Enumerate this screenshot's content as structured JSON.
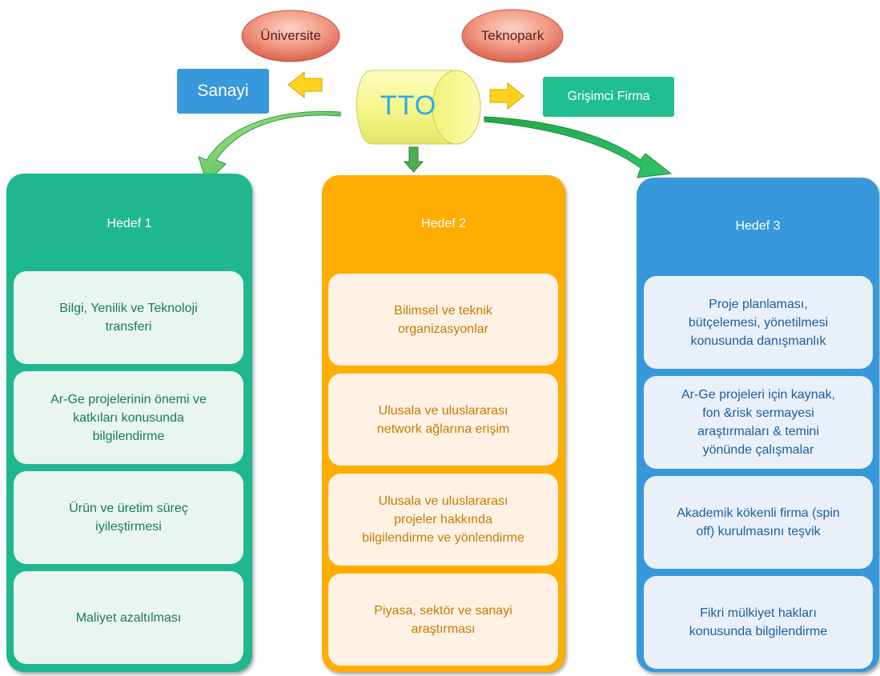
{
  "top": {
    "center_label": "TTO",
    "left_ellipse_label": "Üniversite",
    "right_ellipse_label": "Teknopark",
    "left_box_label": "Sanayi",
    "right_box_label": "Grişimci Firma"
  },
  "colors": {
    "green": "#1fb88d",
    "orange": "#ffad00",
    "blue": "#3898dc",
    "center_fill": "#fafa8c",
    "ellipse_fill": "#f0907a",
    "arrow_yellow": "#ffd21e"
  },
  "panels": [
    {
      "title": "Hedef 1",
      "items": [
        {
          "lines": [
            "Bilgi, Yenilik ve Teknoloji",
            "transferi"
          ]
        },
        {
          "lines": [
            "Ar-Ge projelerinin önemi ve",
            "katkıları konusunda",
            "bilgilendirme"
          ]
        },
        {
          "lines": [
            "Ürün ve üretim süreç",
            "iyileştirmesi"
          ]
        },
        {
          "lines": [
            "Maliyet azaltılması"
          ]
        }
      ]
    },
    {
      "title": "Hedef 2",
      "items": [
        {
          "lines": [
            "Bilimsel ve teknik",
            "organizasyonlar"
          ]
        },
        {
          "lines": [
            "Ulusala ve uluslararası",
            "network ağlarına erişim"
          ]
        },
        {
          "lines": [
            "Ulusala ve uluslararası",
            "projeler hakkında",
            "bilgilendirme ve yönlendirme"
          ]
        },
        {
          "lines": [
            "Piyasa, sektör ve sanayi",
            "araştırması"
          ]
        }
      ]
    },
    {
      "title": "Hedef 3",
      "items": [
        {
          "lines": [
            "Proje planlaması,",
            "bütçelemesi, yönetilmesi",
            "konusunda danışmanlık"
          ]
        },
        {
          "lines": [
            "Ar-Ge projeleri için kaynak,",
            "fon &risk sermayesi",
            "araştırmaları & temini",
            "yönünde çalışmalar"
          ]
        },
        {
          "lines": [
            "Akademik kökenli firma (spin",
            "off) kurulmasını teşvik"
          ]
        },
        {
          "lines": [
            "Fikri mülkiyet hakları",
            "konusunda bilgilendirme"
          ]
        }
      ]
    }
  ]
}
